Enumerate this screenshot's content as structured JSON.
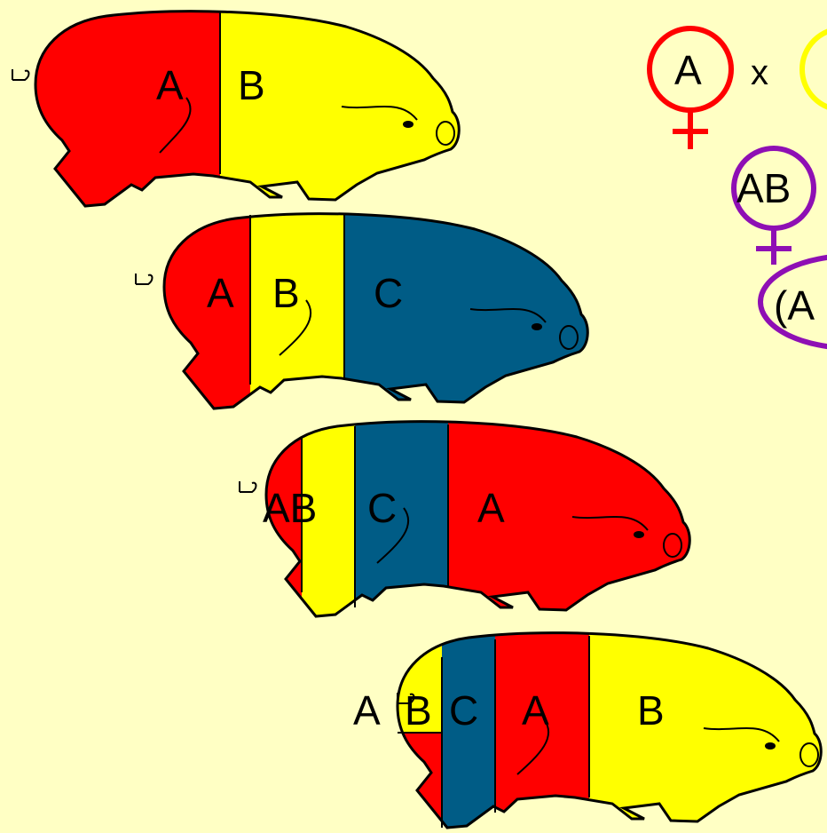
{
  "colors": {
    "background": "#ffffc4",
    "A": "#ff0000",
    "B": "#ffff00",
    "C": "#005c86",
    "outline": "#000000",
    "female_A": "#ff0000",
    "female_AB": "#8e0fb4",
    "female_B": "#ffff00"
  },
  "pigs": [
    {
      "segments": [
        "A",
        "B"
      ],
      "labels": [
        "A",
        "B"
      ]
    },
    {
      "segments": [
        "A",
        "B",
        "C"
      ],
      "labels": [
        "A",
        "B",
        "C"
      ]
    },
    {
      "segments": [
        "A",
        "B",
        "C",
        "A"
      ],
      "labels": [
        "AB",
        "C",
        "A"
      ]
    },
    {
      "segments": [
        "B",
        "C",
        "A",
        "B"
      ],
      "labels": [
        "A",
        "B",
        "C",
        "A",
        "B"
      ]
    }
  ],
  "crosses": {
    "cross_1": {
      "female_label": "A",
      "times_label": "x"
    },
    "cross_2": {
      "female_label": "AB"
    },
    "cross_3": {
      "label": "(A"
    }
  }
}
